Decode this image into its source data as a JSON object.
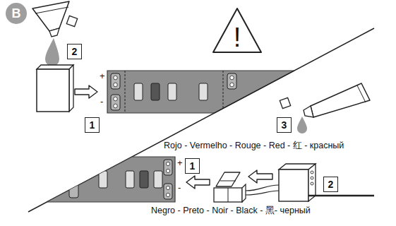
{
  "diagram": {
    "nodes": [
      {
        "text": [
          "B"
        ]
      },
      {
        "text": [
          "!"
        ]
      },
      {
        "text": [
          "2"
        ]
      },
      {
        "text": [
          "1"
        ]
      },
      {
        "text": [
          "3"
        ]
      },
      {
        "text": [
          "1"
        ]
      },
      {
        "text": [
          "2"
        ]
      }
    ],
    "labels": [
      "+",
      "-",
      "+",
      "-",
      "Rojo - Vermelho - Rouge - Red - 红 - красный",
      "Negro - Preto - Noir - Black - 黑- черный"
    ]
  }
}
